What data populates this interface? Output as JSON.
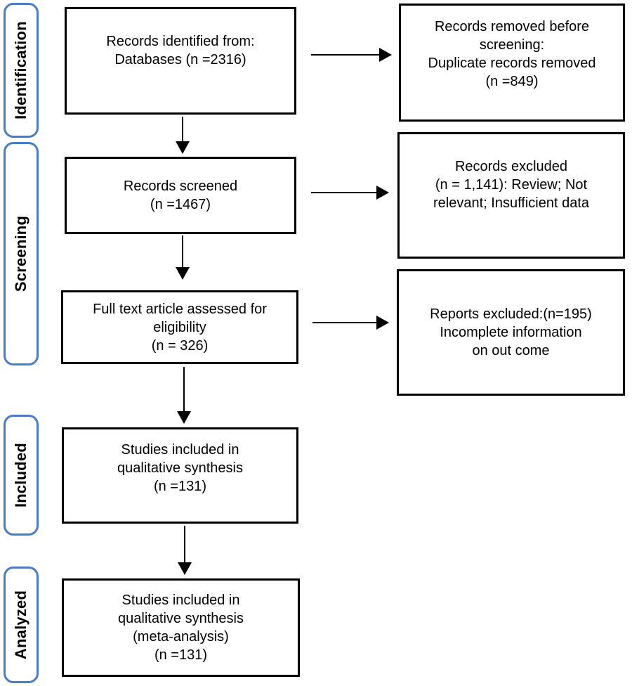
{
  "diagram_type": "study-selection-flow",
  "stages": [
    {
      "label": "Identification"
    },
    {
      "label": "Screening"
    },
    {
      "label": "Included"
    },
    {
      "label": "Analyzed"
    }
  ],
  "main_flow": [
    {
      "text": "Records identified from:\nDatabases (n =2316)"
    },
    {
      "text": "Records screened\n(n =1467)"
    },
    {
      "text": "Full text article assessed for\neligibility\n(n = 326)"
    },
    {
      "text": "Studies included in\nqualitative synthesis\n(n =131)"
    },
    {
      "text": "Studies included in\nqualitative synthesis\n(meta-analysis)\n(n =131)"
    }
  ],
  "exclusions": [
    {
      "text": "Records removed before\nscreening:\nDuplicate records removed\n(n =849)"
    },
    {
      "text": "Records excluded\n(n = 1,141): Review; Not\nrelevant; Insufficient data"
    },
    {
      "text": "Reports excluded:(n=195)\nIncomplete information\non out come"
    }
  ],
  "colors": {
    "stage_border": "#4a7cc7",
    "box_border": "#000000",
    "arrow": "#000000",
    "text": "#000000",
    "background": "#ffffff"
  }
}
